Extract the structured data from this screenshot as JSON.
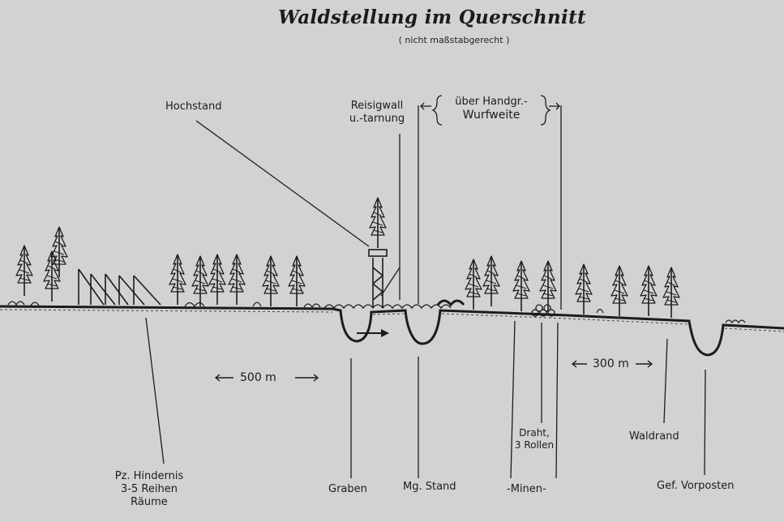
{
  "title": "Waldstellung im Querschnitt",
  "subtitle": "( nicht maßstabgerecht )",
  "labels": {
    "hochstand": "Hochstand",
    "reisigwall_1": "Reisigwall",
    "reisigwall_2": "u.-tarnung",
    "handgr_1": "über Handgr.-",
    "handgr_2": "Wurfweite",
    "distance_500": "500 m",
    "distance_300": "300 m",
    "pz_1": "Pz. Hindernis",
    "pz_2": "3-5 Reihen",
    "pz_3": "Räume",
    "graben": "Graben",
    "mg_stand": "Mg. Stand",
    "minen": "-Minen-",
    "draht_1": "Draht,",
    "draht_2": "3 Rollen",
    "waldrand": "Waldrand",
    "vorposten": "Gef. Vorposten"
  },
  "colors": {
    "paper": "#d2d2d0",
    "ink": "#1c1c1c"
  }
}
